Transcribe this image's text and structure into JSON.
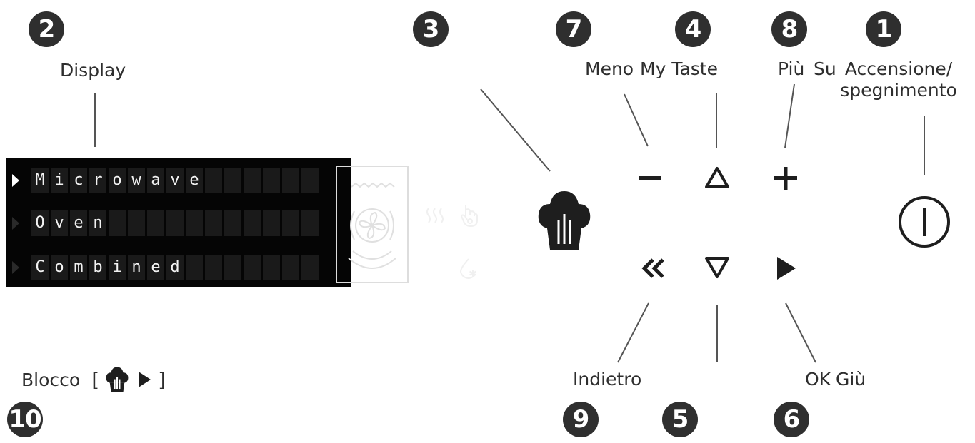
{
  "badges": {
    "b1": "1",
    "b2": "2",
    "b3": "3",
    "b4": "4",
    "b5": "5",
    "b6": "6",
    "b7": "7",
    "b8": "8",
    "b9": "9",
    "b10": "10"
  },
  "labels": {
    "display": "Display",
    "minus": "Meno",
    "my_taste": "My Taste",
    "plus": "Più",
    "up": "Su",
    "power_line1": "Accensione/",
    "power_line2": "spegnimento",
    "back": "Indietro",
    "ok": "OK",
    "down": "Giù",
    "lock": "Blocco",
    "bracket_open": "[",
    "bracket_close": "]"
  },
  "display_rows": [
    {
      "text": "Microwave",
      "selected": true
    },
    {
      "text": "Oven",
      "selected": false
    },
    {
      "text": "Combined",
      "selected": false
    }
  ],
  "icons": {
    "chef_hat": "chef-hat-icon",
    "minus": "minus-icon",
    "up": "triangle-up-icon",
    "plus": "plus-icon",
    "power": "power-icon",
    "back": "double-chevron-left-icon",
    "down": "triangle-down-icon",
    "ok": "play-right-icon",
    "fan": "fan-icon",
    "steam": "steam-icon",
    "touch": "hand-touch-icon",
    "drop": "drop-star-icon"
  },
  "colors": {
    "badge": "#2f2f2f",
    "panel": "#050505",
    "ink": "#1e1e1e"
  }
}
